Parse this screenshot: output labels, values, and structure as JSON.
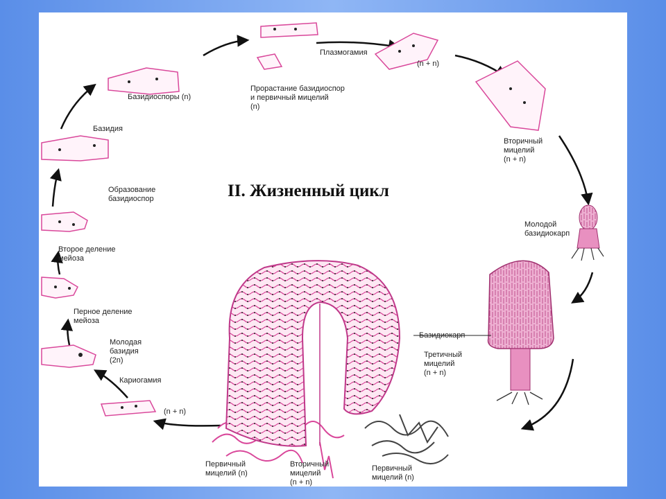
{
  "title": "II. Жизненный цикл",
  "labels": {
    "basidiospores": "Базидиоспоры (n)",
    "germination": "Прорастание базидиоспор\nи первичный мицелий\n(n)",
    "plasmogamy": "Плазмогамия",
    "plasmogamy_ploidy": "(n + n)",
    "secondary_mycelium_top": "Вторичный\nмицелий\n(n + n)",
    "young_basidiocarp": "Молодой\nбазидиокарп",
    "basidia": "Базидия",
    "spore_formation": "Образование\nбазидиоспор",
    "second_division": "Второе деление\nмейоза",
    "first_division": "Перное деление\nмейоза",
    "young_basidium": "Молодая\nбазидия\n(2n)",
    "karyogamy": "Кариогамия",
    "nn_lower_left": "(n + n)",
    "basidiocarp": "Базидиокарп",
    "tertiary_mycelium": "Третичный\nмицелий\n(n + n)",
    "primary_mycelium_left": "Первичный\nмицелий (n)",
    "secondary_mycelium_bottom": "Вторичный\nмицелий\n(n + n)",
    "primary_mycelium_right": "Первичный\nмицелий (n)"
  },
  "colors": {
    "background_blue": "#6f9ff0",
    "panel": "#ffffff",
    "hypha_pink": "#d9479a",
    "cap_pink": "#e8a0c8",
    "arrow": "#111111"
  }
}
